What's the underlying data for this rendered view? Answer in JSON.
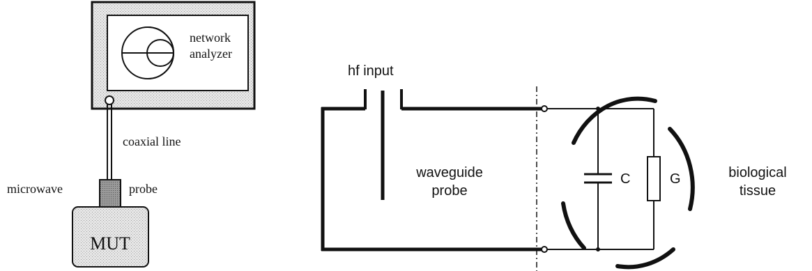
{
  "left_figure": {
    "analyzer_label_line1": "network",
    "analyzer_label_line2": "analyzer",
    "coaxial_label": "coaxial line",
    "microwave_label": "microwave",
    "probe_label": "probe",
    "mut_label": "MUT"
  },
  "right_figure": {
    "hf_input_label": "hf input",
    "waveguide_label_line1": "waveguide",
    "waveguide_label_line2": "probe",
    "capacitor_label": "C",
    "conductance_label": "G",
    "tissue_label_line1": "biological",
    "tissue_label_line2": "tissue"
  },
  "colors": {
    "line": "#111111",
    "instrument_fill": "#d9d9d9",
    "probe_fill": "#9a9a9a",
    "mut_fill": "#dedede"
  }
}
